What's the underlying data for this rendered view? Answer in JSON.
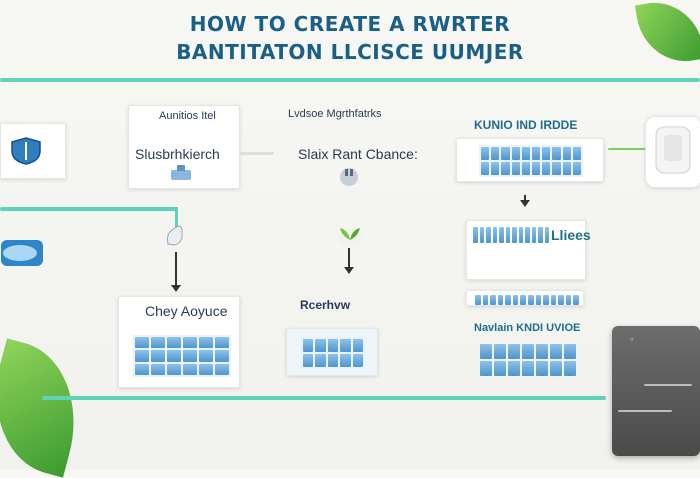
{
  "title": {
    "line1": "HOW TO CREATE A RWRTER",
    "line2": "BANTITATON LLCISCE UUMJER"
  },
  "nodes": {
    "card_a_title": "Aunitios Itel",
    "card_a_body": "Slusbrhkierch",
    "card_b_title": "Lvdsoe Mgrthfatrks",
    "card_b_body": "Slaix Rant Cbance:",
    "card_c_title": "KUNIO IND IRDDE",
    "card_d_title": "Lliees",
    "card_e_title": "Chey Aoyuce",
    "card_f_title": "Rcerhvw",
    "card_g_title": "Navlain KNDI UVIOE"
  },
  "colors": {
    "accent": "#5fd3b8",
    "title": "#1a5f86",
    "tile": "#4d95d0"
  }
}
